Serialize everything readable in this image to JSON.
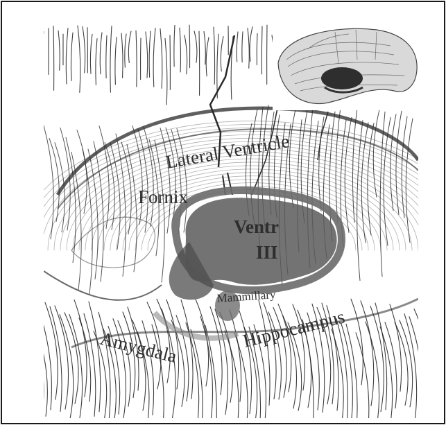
{
  "figure": {
    "labels": {
      "lateral_ventricle": "Lateral Ventricle",
      "fornix": "Fornix",
      "ventr_line1": "Ventr",
      "ventr_line2": "III",
      "mammillary": "Mammillary",
      "amygdala": "Amygdala",
      "hippocampus": "Hippocampus"
    },
    "colors": {
      "frame": "#1a1a1a",
      "ink": "#1c1c1c",
      "ventricle_fill": "#5b5b5b",
      "ventricle_outline": "#6a6a6a",
      "label": "#2e2e2e"
    }
  }
}
